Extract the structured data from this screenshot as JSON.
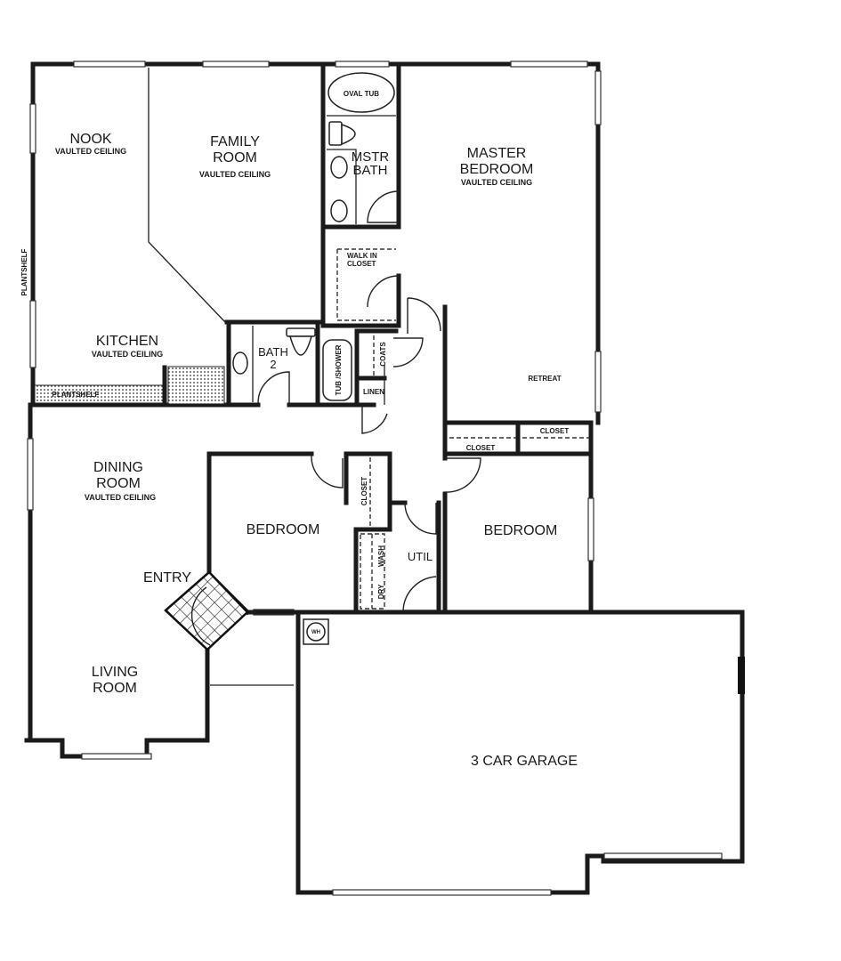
{
  "floor_plan": {
    "rooms": {
      "nook": {
        "name": "NOOK",
        "note": "VAULTED CEILING"
      },
      "family_room": {
        "name_line1": "FAMILY",
        "name_line2": "ROOM",
        "note": "VAULTED CEILING"
      },
      "master_bath": {
        "name_line1": "MSTR",
        "name_line2": "BATH",
        "tub": "OVAL TUB"
      },
      "master_bedroom": {
        "name_line1": "MASTER",
        "name_line2": "BEDROOM",
        "note": "VAULTED CEILING",
        "retreat": "RETREAT"
      },
      "walk_in_closet": {
        "line1": "WALK IN",
        "line2": "CLOSET"
      },
      "kitchen": {
        "name": "KITCHEN",
        "note": "VAULTED CEILING"
      },
      "bath_2": {
        "name_line1": "BATH",
        "name_line2": "2",
        "tub": "TUB /SHOWER"
      },
      "coats": "COATS",
      "linen": "LINEN",
      "closet_master_1": "CLOSET",
      "closet_master_2": "CLOSET",
      "dining_room": {
        "name_line1": "DINING",
        "name_line2": "ROOM",
        "note": "VAULTED CEILING"
      },
      "bedroom_2": {
        "name": "BEDROOM",
        "closet": "CLOSET"
      },
      "bedroom_3": {
        "name": "BEDROOM"
      },
      "utility": {
        "name": "UTIL",
        "wash": "WASH",
        "dry": "DRY"
      },
      "entry": {
        "name": "ENTRY"
      },
      "living_room": {
        "name_line1": "LIVING",
        "name_line2": "ROOM"
      },
      "garage": {
        "name": "3 CAR GARAGE",
        "water_heater": "WH"
      }
    },
    "plantshelf_side": "PLANTSHELF",
    "plantshelf_bottom": "PLANTSHELF"
  }
}
